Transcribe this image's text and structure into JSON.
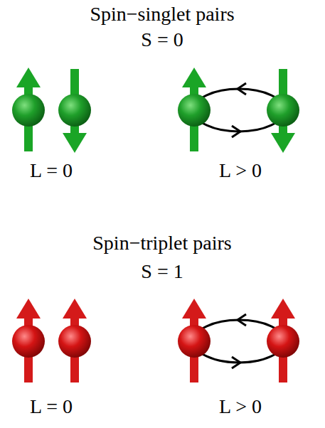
{
  "diagram": {
    "labels": [
      "Spin−singlet pairs",
      "S = 0",
      "L = 0",
      "L > 0",
      "Spin−triplet pairs",
      "S = 1",
      "L = 0",
      "L > 0"
    ]
  }
}
